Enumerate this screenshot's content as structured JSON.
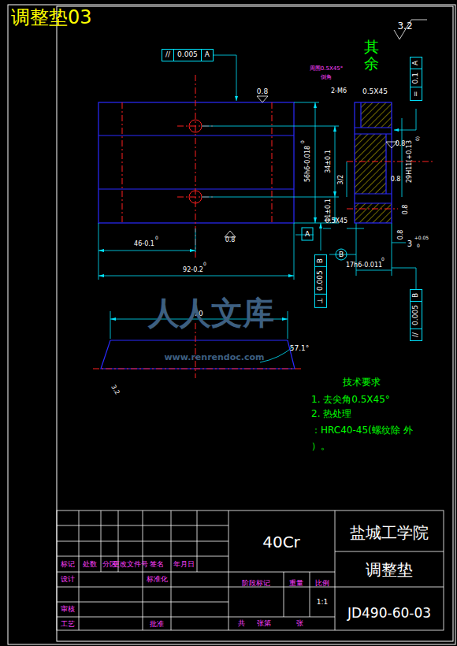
{
  "diagram": {
    "title": "调整垫03",
    "nodes": [
      {
        "text": [
          "//",
          "0.005",
          "A"
        ]
      },
      {
        "text": [
          "=",
          "0.1",
          "A"
        ]
      },
      {
        "text": [
          "⊥",
          "0.005",
          "B"
        ]
      },
      {
        "text": [
          "//",
          "0.005",
          "B"
        ]
      }
    ],
    "labels": [
      "3.2",
      "其余",
      "0.8",
      "周围0.5X45°",
      "倒角",
      "2-M6",
      "0.5X45",
      "0.8",
      "0.8",
      "0.8",
      "0.8",
      "56h6-0.018",
      "0",
      "34±0.1",
      "3/2",
      "11±0.1",
      "29H11(+0.13",
      "0)",
      "0.5X45",
      "A",
      "0.8",
      "46-0.1",
      "0",
      "92-0.2",
      "0",
      "B",
      "3",
      "+0.05",
      "0",
      "17h6-0.011",
      "0",
      "70",
      "57.1°",
      "3.2",
      "人人文库",
      "www.renrendoc.com",
      "技术要求",
      "1.    去尖角0.5X45°",
      "2.    热处理",
      "：HRC40-45(螺纹除    外",
      "）。",
      "40Cr",
      "盐城工学院",
      "调整垫",
      "JD490-60-03",
      "标记",
      "处数",
      "分区",
      "更改文件号",
      "签名",
      "年月日",
      "设计",
      "标准化",
      "阶段标记",
      "重量",
      "比例",
      "1:1",
      "审核",
      "工艺",
      "批准",
      "共",
      "张第",
      "张"
    ]
  }
}
